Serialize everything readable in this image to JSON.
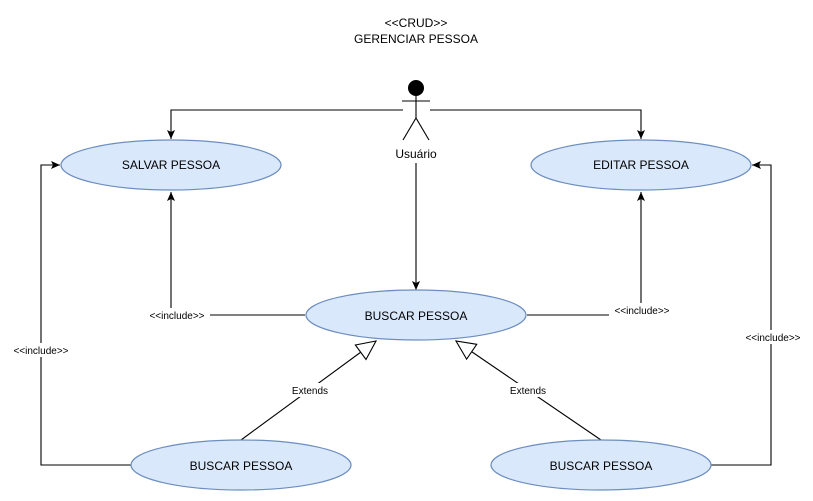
{
  "diagram": {
    "stereotype": "<<CRUD>>",
    "title": "GERENCIAR PESSOA",
    "actor": {
      "name": "Usuário",
      "icon": "stick-figure-icon"
    },
    "use_cases": {
      "salvar": "SALVAR PESSOA",
      "editar": "EDITAR PESSOA",
      "buscar": "BUSCAR PESSOA",
      "buscar_left": "BUSCAR PESSOA",
      "buscar_right": "BUSCAR PESSOA"
    },
    "edge_labels": {
      "include_salvar": "<<include>>",
      "include_editar": "<<include>>",
      "include_left": "<<include>>",
      "include_right": "<<include>>",
      "extends_left": "Extends",
      "extends_right": "Extends"
    },
    "colors": {
      "use_case_fill": "#dae8fc",
      "use_case_stroke": "#6c8ebf",
      "edge": "#000000"
    }
  }
}
